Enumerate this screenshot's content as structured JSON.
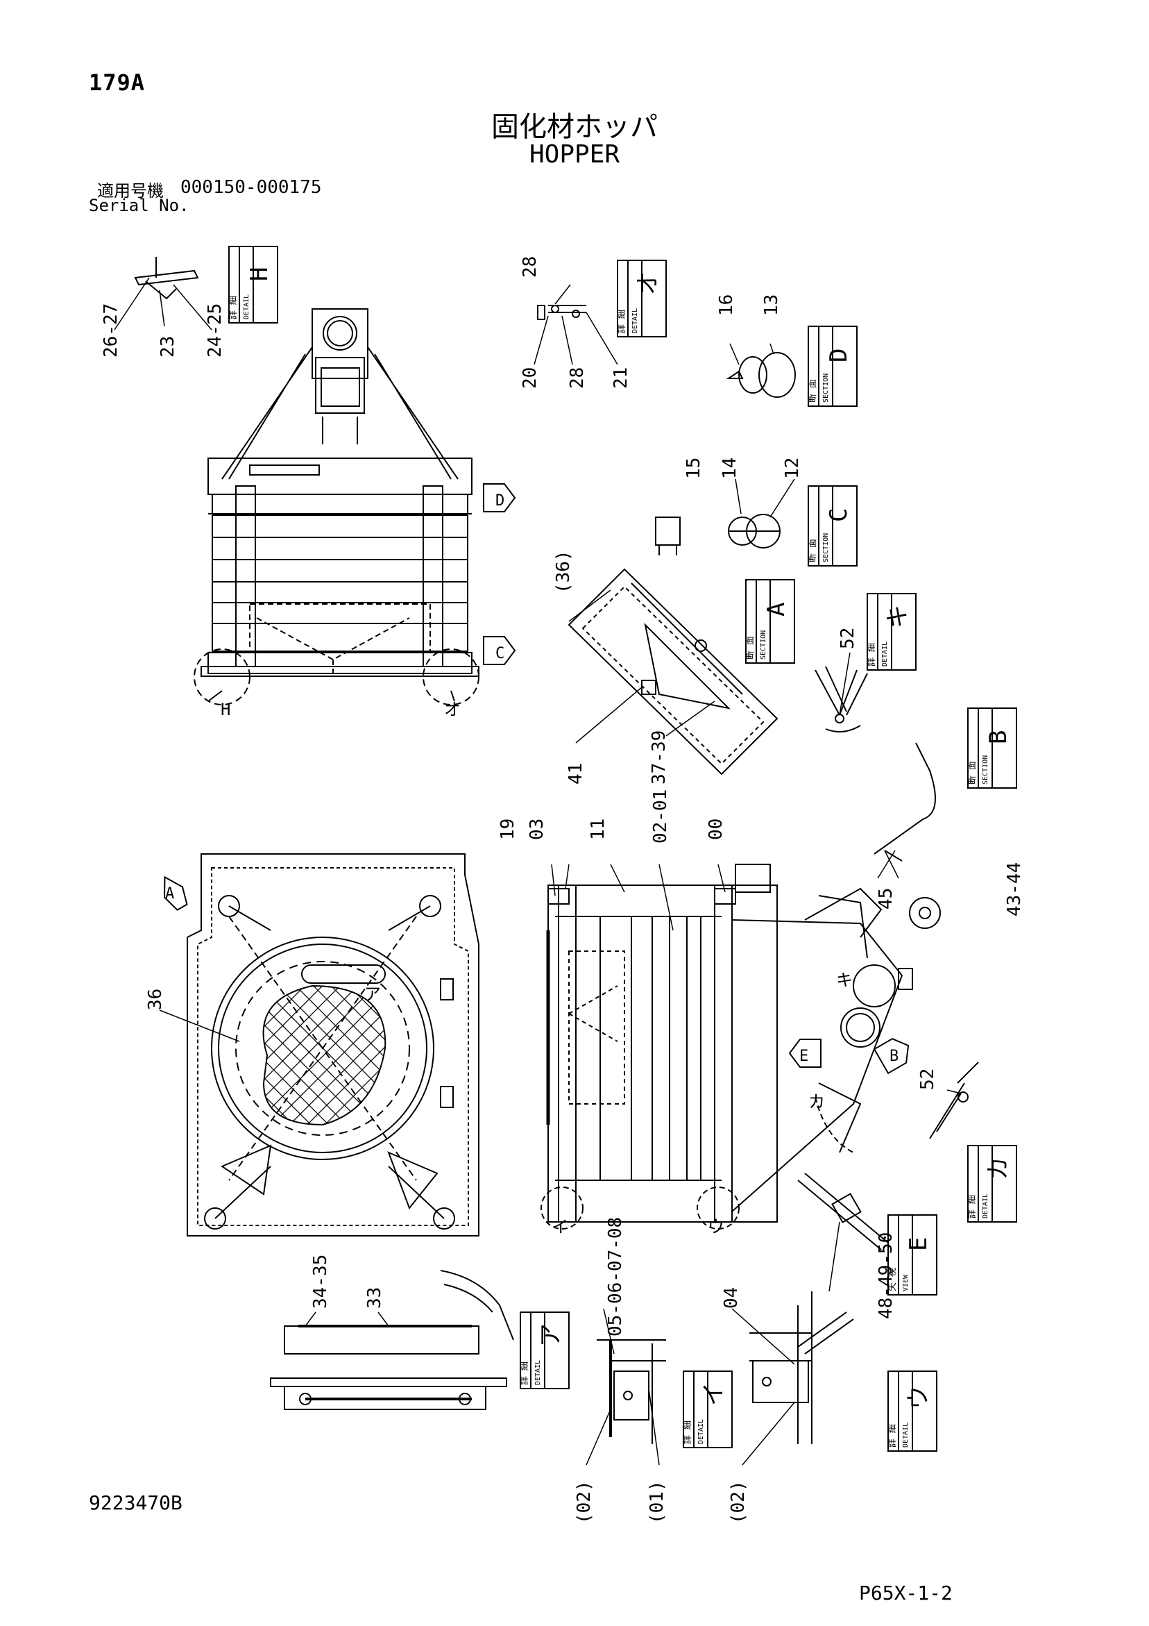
{
  "header": {
    "page_number": "179A",
    "title_jp": "固化材ホッパ",
    "title_en": "HOPPER",
    "serial_label_jp": "適用号機",
    "serial_range": "000150-000175",
    "serial_label_en": "Serial No."
  },
  "footer": {
    "drawing_number": "9223470B",
    "page_code": "P65X-1-2"
  },
  "view_tags": {
    "detail_jp": "詳 細",
    "detail_en": "DETAIL",
    "section_jp": "断 面",
    "section_en": "SECTION",
    "view_jp": "矢 視",
    "view_en": "VIEW",
    "H": "H",
    "O": "オ",
    "D": "D",
    "C": "C",
    "A": "A",
    "KI": "キ",
    "B": "B",
    "KA": "カ",
    "E": "E",
    "ア": "ア",
    "イ": "イ",
    "ウ": "ウ"
  },
  "part_labels": {
    "p26_27": "26-27",
    "p23": "23",
    "p24_25": "24-25",
    "p28a": "28",
    "p20": "20",
    "p28b": "28",
    "p21": "21",
    "p16": "16",
    "p13": "13",
    "p15": "15",
    "p14": "14",
    "p12": "12",
    "p36a": "(36)",
    "p41": "41",
    "p37_39": "37-39",
    "p52a": "52",
    "p19": "19",
    "p03": "03",
    "p11": "11",
    "p02_01": "02-01",
    "p00": "00",
    "p45": "45",
    "p43_44": "43-44",
    "p36b": "36",
    "p52b": "52",
    "p48_50": "48-49-50",
    "p34_35": "34-35",
    "p33": "33",
    "p05_08": "05-06-07-08",
    "p04": "04",
    "p02a": "(02)",
    "p01": "(01)",
    "p02b": "(02)"
  },
  "callouts": {
    "H": "H",
    "O": "オ",
    "KI": "キ",
    "KA": "カ",
    "I": "イ",
    "U": "ウ",
    "A": "ア",
    "arrow_D": "D",
    "arrow_C": "C",
    "arrow_A": "A",
    "arrow_E": "E",
    "arrow_B": "B"
  }
}
